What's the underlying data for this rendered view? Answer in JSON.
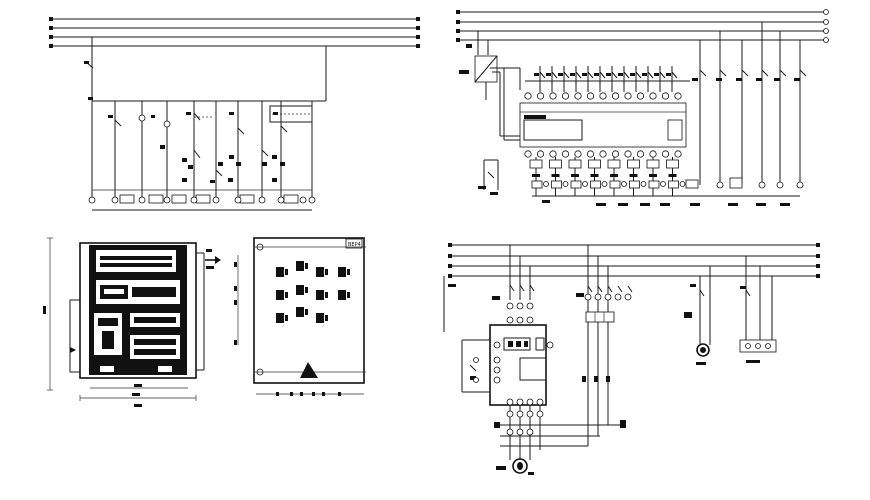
{
  "drawing": {
    "panels": [
      "control-schematic",
      "plc-wiring",
      "cabinet-front-view",
      "cabinet-door-view",
      "vfd-power-schematic"
    ],
    "door_tag": "BEP4",
    "stroke_color": "#111111",
    "background": "#ffffff",
    "icons": [
      "warning-triangle-icon",
      "arrow-right-icon",
      "motor-icon"
    ]
  }
}
